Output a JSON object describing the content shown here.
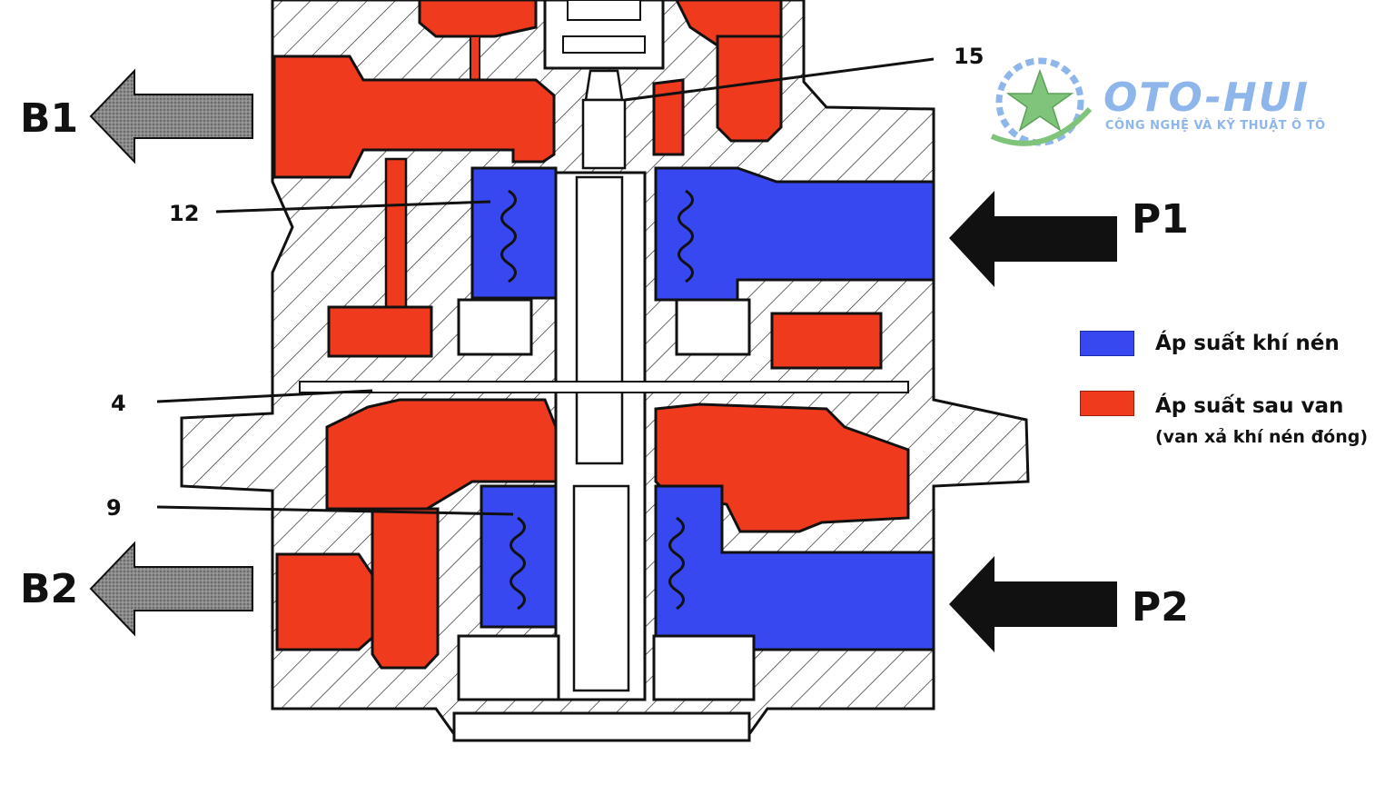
{
  "callouts": {
    "c15": "15",
    "c12": "12",
    "c4": "4",
    "c9": "9"
  },
  "ports": {
    "b1": "B1",
    "b2": "B2",
    "p1": "P1",
    "p2": "P2"
  },
  "legend": {
    "items": [
      {
        "label": "Áp suất khí nén",
        "note": "",
        "color": "#3848f0"
      },
      {
        "label": "Áp suất sau van",
        "note": "(van xả khí nén đóng)",
        "color": "#f03a1e"
      }
    ]
  },
  "logo": {
    "name": "OTO-HUI",
    "tagline": "CÔNG NGHỆ VÀ KỸ THUẬT Ô TÔ"
  },
  "colors": {
    "pressure_blue": "#3848f0",
    "after_valve_red": "#f03a1e",
    "logo_blue": "#8fb6ea",
    "logo_green": "#7fc47a"
  }
}
